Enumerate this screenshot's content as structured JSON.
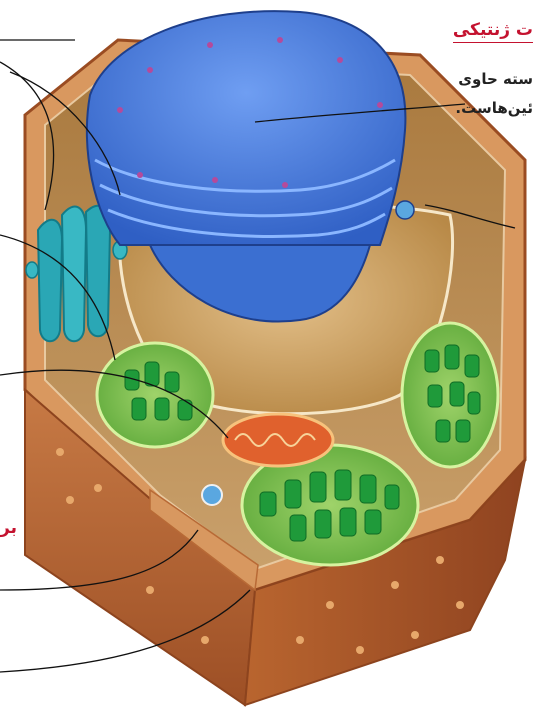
{
  "labels": {
    "genetic_heading": "ت ژنتیکی",
    "nucleus_line1": "سته حاوی",
    "nucleus_line2": "ئین‌هاست.",
    "bottom_heading": "بر"
  },
  "colors": {
    "heading_red": "#c4122f",
    "wall_brown": "#a8582c",
    "nucleus_blue": "#3f74d6",
    "chloroplast_green": "#3aa936",
    "golgi_teal": "#2aa7b5",
    "mito_orange": "#e0612d"
  }
}
